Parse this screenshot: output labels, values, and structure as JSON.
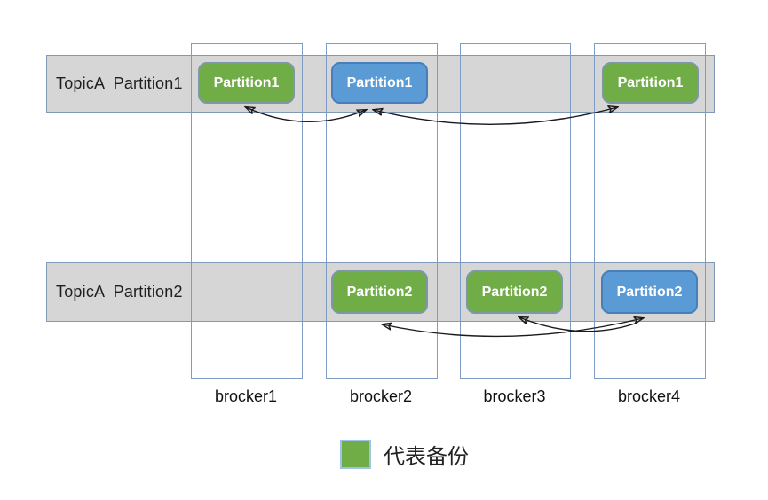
{
  "diagram": {
    "rows": [
      {
        "label": "TopicA  Partition1"
      },
      {
        "label": "TopicA  Partition2"
      }
    ],
    "brokers": [
      {
        "label": "brocker1"
      },
      {
        "label": "brocker2"
      },
      {
        "label": "brocker3"
      },
      {
        "label": "brocker4"
      }
    ],
    "partitions": [
      {
        "label": "Partition1",
        "row": 1,
        "broker": "brocker1",
        "color": "green"
      },
      {
        "label": "Partition1",
        "row": 1,
        "broker": "brocker2",
        "color": "blue"
      },
      {
        "label": "Partition1",
        "row": 1,
        "broker": "brocker4",
        "color": "green"
      },
      {
        "label": "Partition2",
        "row": 2,
        "broker": "brocker2",
        "color": "green"
      },
      {
        "label": "Partition2",
        "row": 2,
        "broker": "brocker3",
        "color": "green"
      },
      {
        "label": "Partition2",
        "row": 2,
        "broker": "brocker4",
        "color": "blue"
      }
    ],
    "legend": {
      "label": "代表备份",
      "swatch_color": "#70AD47"
    },
    "colors": {
      "replica_green": "#70AD47",
      "leader_blue": "#5B9BD5",
      "band_gray": "#D6D6D6",
      "outline_blue": "#7E9CC4",
      "arrow_black": "#1a1a1a"
    }
  }
}
